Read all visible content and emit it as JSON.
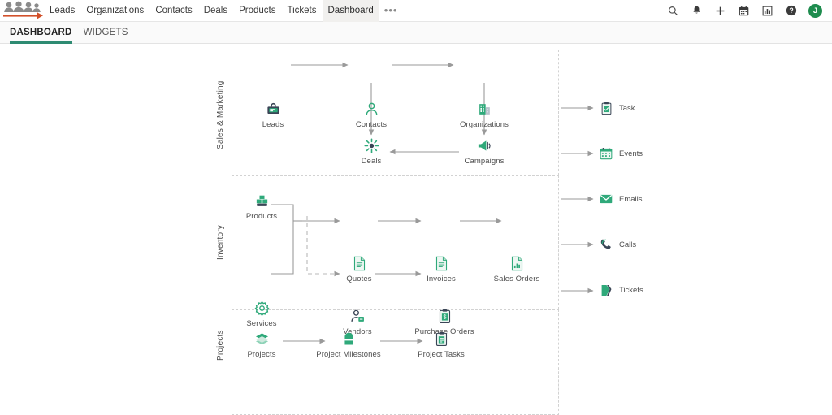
{
  "app": {
    "logo_name": "vtiger-crm-logo"
  },
  "topnav": {
    "items": [
      {
        "label": "Leads",
        "active": false
      },
      {
        "label": "Organizations",
        "active": false
      },
      {
        "label": "Contacts",
        "active": false
      },
      {
        "label": "Deals",
        "active": false
      },
      {
        "label": "Products",
        "active": false
      },
      {
        "label": "Tickets",
        "active": false
      },
      {
        "label": "Dashboard",
        "active": true
      }
    ],
    "more_label": "•••",
    "icons": [
      {
        "name": "search-icon"
      },
      {
        "name": "bell-icon"
      },
      {
        "name": "plus-icon"
      },
      {
        "name": "calendar-icon"
      },
      {
        "name": "analytics-icon"
      },
      {
        "name": "help-icon"
      }
    ],
    "avatar_initial": "J",
    "avatar_color": "#1e8c4e"
  },
  "tabs": [
    {
      "label": "DASHBOARD",
      "active": true
    },
    {
      "label": "WIDGETS",
      "active": false
    }
  ],
  "diagram": {
    "accent_color": "#2fa97a",
    "arrow_color": "#9a9a9a",
    "border_color": "#d2d2d2",
    "sections": [
      {
        "label": "Sales & Marketing"
      },
      {
        "label": "Inventory"
      },
      {
        "label": "Projects"
      }
    ],
    "nodes": [
      {
        "id": "leads",
        "label": "Leads",
        "icon": "leads-icon"
      },
      {
        "id": "contacts",
        "label": "Contacts",
        "icon": "contacts-icon"
      },
      {
        "id": "organizations",
        "label": "Organizations",
        "icon": "organizations-icon"
      },
      {
        "id": "deals",
        "label": "Deals",
        "icon": "deals-icon"
      },
      {
        "id": "campaigns",
        "label": "Campaigns",
        "icon": "campaigns-icon"
      },
      {
        "id": "products",
        "label": "Products",
        "icon": "products-icon"
      },
      {
        "id": "services",
        "label": "Services",
        "icon": "services-icon"
      },
      {
        "id": "quotes",
        "label": "Quotes",
        "icon": "quotes-icon"
      },
      {
        "id": "invoices",
        "label": "Invoices",
        "icon": "invoices-icon"
      },
      {
        "id": "salesorders",
        "label": "Sales Orders",
        "icon": "sales-orders-icon"
      },
      {
        "id": "vendors",
        "label": "Vendors",
        "icon": "vendors-icon"
      },
      {
        "id": "purchaseorders",
        "label": "Purchase Orders",
        "icon": "purchase-orders-icon"
      },
      {
        "id": "projects",
        "label": "Projects",
        "icon": "projects-icon"
      },
      {
        "id": "projectmilestones",
        "label": "Project Milestones",
        "icon": "project-milestones-icon"
      },
      {
        "id": "projecttasks",
        "label": "Project Tasks",
        "icon": "project-tasks-icon"
      }
    ],
    "side_nodes": [
      {
        "id": "task",
        "label": "Task",
        "icon": "task-icon"
      },
      {
        "id": "events",
        "label": "Events",
        "icon": "events-icon"
      },
      {
        "id": "emails",
        "label": "Emails",
        "icon": "emails-icon"
      },
      {
        "id": "calls",
        "label": "Calls",
        "icon": "calls-icon"
      },
      {
        "id": "tickets",
        "label": "Tickets",
        "icon": "tickets-icon"
      }
    ]
  }
}
